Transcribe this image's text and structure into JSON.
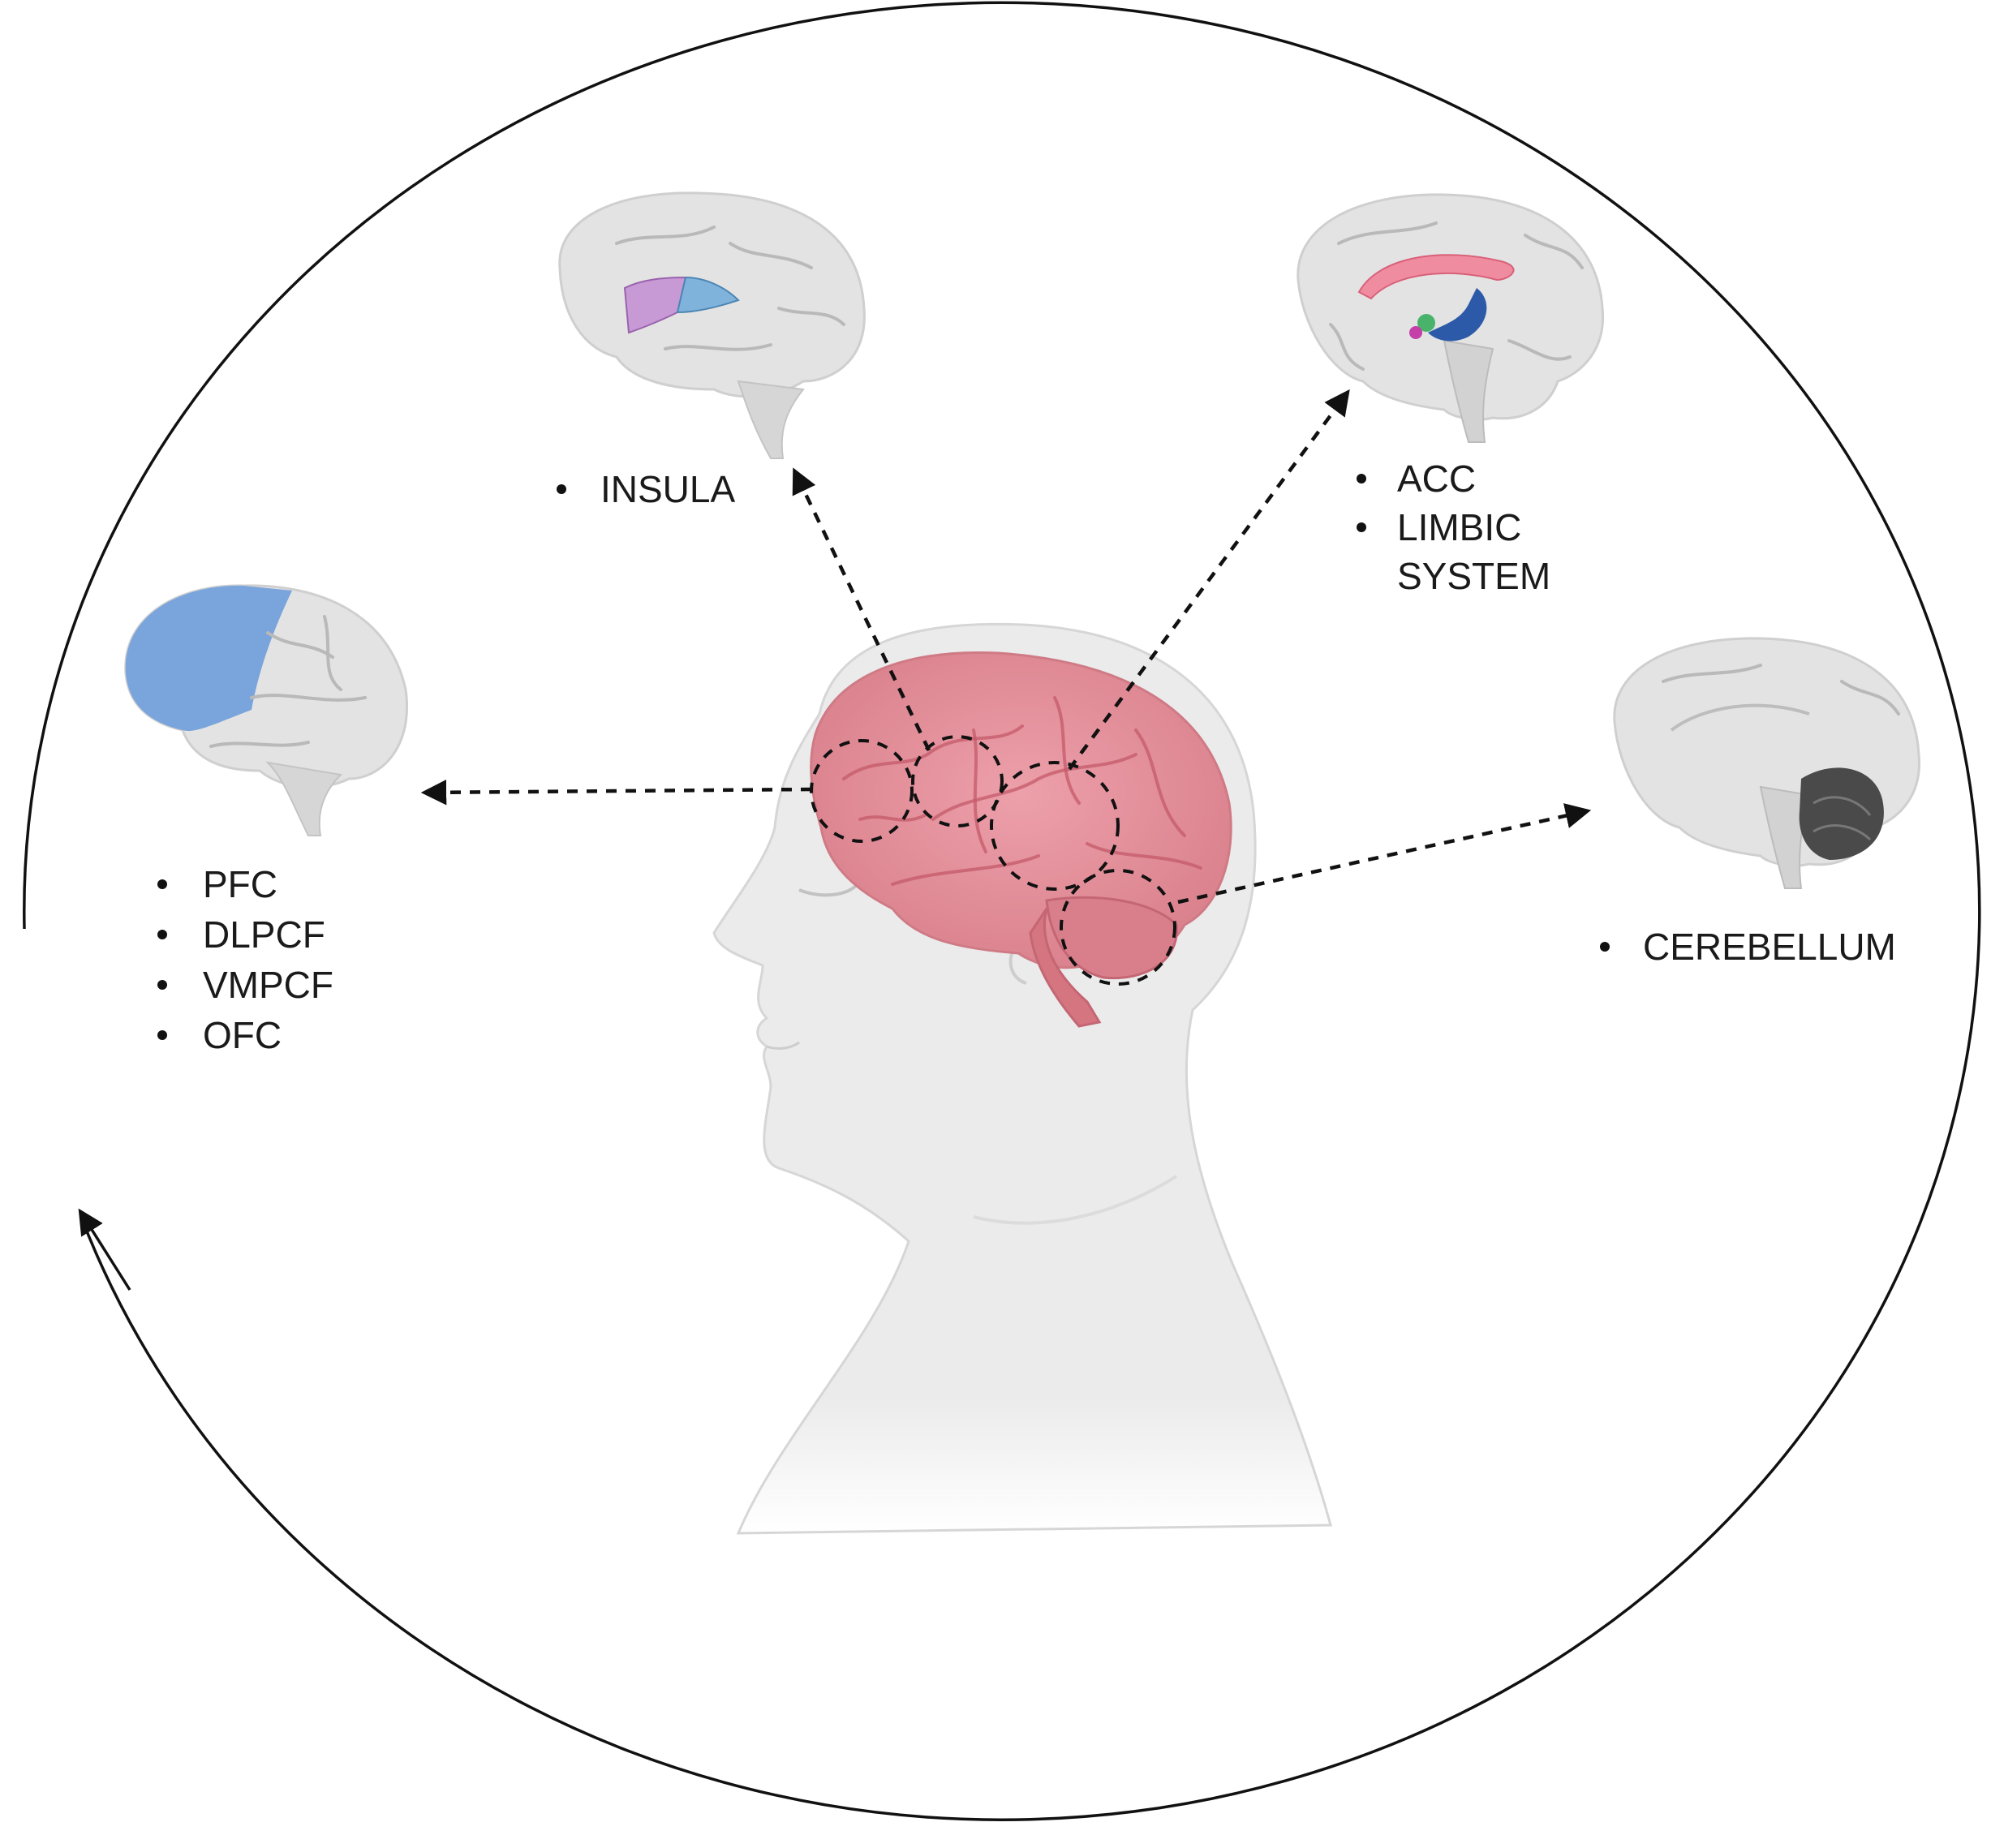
{
  "regions": {
    "prefrontal": {
      "labels": [
        "PFC",
        "DLPCF",
        "VMPCF",
        "OFC"
      ],
      "highlight_color": "#7aa4dc"
    },
    "insula": {
      "labels": [
        "INSULA"
      ],
      "highlight_colors": [
        "#c79ad6",
        "#7fb3dc"
      ]
    },
    "acc": {
      "labels": [
        "ACC",
        "LIMBIC",
        "SYSTEM"
      ],
      "highlight_colors": [
        "#f08ca0",
        "#2d5aa8",
        "#49b36b",
        "#c43fa7"
      ]
    },
    "cerebellum": {
      "labels": [
        "CEREBELLUM"
      ],
      "highlight_color": "#4a4a4a"
    }
  },
  "central_brain_color": "#e8929c",
  "head_color": "#ebebeb"
}
